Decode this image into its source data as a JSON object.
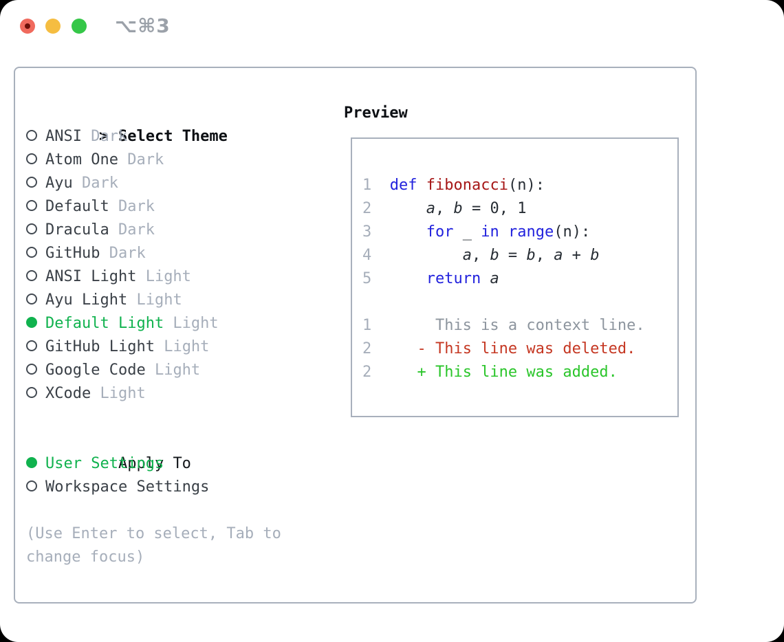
{
  "window": {
    "title_shortcut": "⌥⌘3"
  },
  "theme_selector": {
    "header_prefix": ">",
    "header": "Select Theme",
    "items": [
      {
        "name": "ANSI",
        "variant": "Dark",
        "selected": false
      },
      {
        "name": "Atom One",
        "variant": "Dark",
        "selected": false
      },
      {
        "name": "Ayu",
        "variant": "Dark",
        "selected": false
      },
      {
        "name": "Default",
        "variant": "Dark",
        "selected": false
      },
      {
        "name": "Dracula",
        "variant": "Dark",
        "selected": false
      },
      {
        "name": "GitHub",
        "variant": "Dark",
        "selected": false
      },
      {
        "name": "ANSI Light",
        "variant": "Light",
        "selected": false
      },
      {
        "name": "Ayu Light",
        "variant": "Light",
        "selected": false
      },
      {
        "name": "Default Light",
        "variant": "Light",
        "selected": true
      },
      {
        "name": "GitHub Light",
        "variant": "Light",
        "selected": false
      },
      {
        "name": "Google Code",
        "variant": "Light",
        "selected": false
      },
      {
        "name": "XCode",
        "variant": "Light",
        "selected": false
      }
    ]
  },
  "apply_to": {
    "header": "Apply To",
    "options": [
      {
        "label": "User Settings",
        "selected": true
      },
      {
        "label": "Workspace Settings",
        "selected": false
      }
    ]
  },
  "hint": "(Use Enter to select, Tab to change focus)",
  "preview": {
    "header": "Preview",
    "code_lines": [
      {
        "num": "1",
        "tokens": [
          {
            "t": "  ",
            "c": "p"
          },
          {
            "t": "def",
            "c": "kw"
          },
          {
            "t": " ",
            "c": "p"
          },
          {
            "t": "fibonacci",
            "c": "fn"
          },
          {
            "t": "(n):",
            "c": "p"
          }
        ]
      },
      {
        "num": "2",
        "tokens": [
          {
            "t": "      ",
            "c": "p"
          },
          {
            "t": "a",
            "c": "v"
          },
          {
            "t": ", ",
            "c": "p"
          },
          {
            "t": "b",
            "c": "v"
          },
          {
            "t": " = ",
            "c": "p"
          },
          {
            "t": "0, 1",
            "c": "p"
          }
        ]
      },
      {
        "num": "3",
        "tokens": [
          {
            "t": "      ",
            "c": "p"
          },
          {
            "t": "for",
            "c": "kw"
          },
          {
            "t": " _ ",
            "c": "p"
          },
          {
            "t": "in",
            "c": "kw"
          },
          {
            "t": " ",
            "c": "p"
          },
          {
            "t": "range",
            "c": "kw"
          },
          {
            "t": "(n):",
            "c": "p"
          }
        ]
      },
      {
        "num": "4",
        "tokens": [
          {
            "t": "          ",
            "c": "p"
          },
          {
            "t": "a",
            "c": "v"
          },
          {
            "t": ", ",
            "c": "p"
          },
          {
            "t": "b",
            "c": "v"
          },
          {
            "t": " = ",
            "c": "p"
          },
          {
            "t": "b",
            "c": "v"
          },
          {
            "t": ", ",
            "c": "p"
          },
          {
            "t": "a",
            "c": "v"
          },
          {
            "t": " + ",
            "c": "p"
          },
          {
            "t": "b",
            "c": "v"
          }
        ]
      },
      {
        "num": "5",
        "tokens": [
          {
            "t": "      ",
            "c": "p"
          },
          {
            "t": "return",
            "c": "kw"
          },
          {
            "t": " ",
            "c": "p"
          },
          {
            "t": "a",
            "c": "v"
          }
        ]
      },
      {
        "num": "",
        "tokens": []
      },
      {
        "num": "1",
        "tokens": [
          {
            "t": "       This is a context line.",
            "c": "ctx"
          }
        ]
      },
      {
        "num": "2",
        "tokens": [
          {
            "t": "     ",
            "c": "p"
          },
          {
            "t": "- This line was deleted.",
            "c": "del"
          }
        ]
      },
      {
        "num": "2",
        "tokens": [
          {
            "t": "     ",
            "c": "p"
          },
          {
            "t": "+ This line was added.",
            "c": "add"
          }
        ]
      }
    ]
  },
  "colors": {
    "selection_green": "#10b24e",
    "diff_added_green": "#2ac52a",
    "diff_deleted_red": "#c53722",
    "keyword_blue": "#2222dd",
    "function_red": "#a61717",
    "text_dark": "#3a4047",
    "muted_gray": "#a6aeba",
    "context_gray": "#8d959e",
    "panel_border": "#a8b0bc",
    "traffic_red": "#f06a5d",
    "traffic_yellow": "#f5bd41",
    "traffic_green": "#35c748"
  }
}
